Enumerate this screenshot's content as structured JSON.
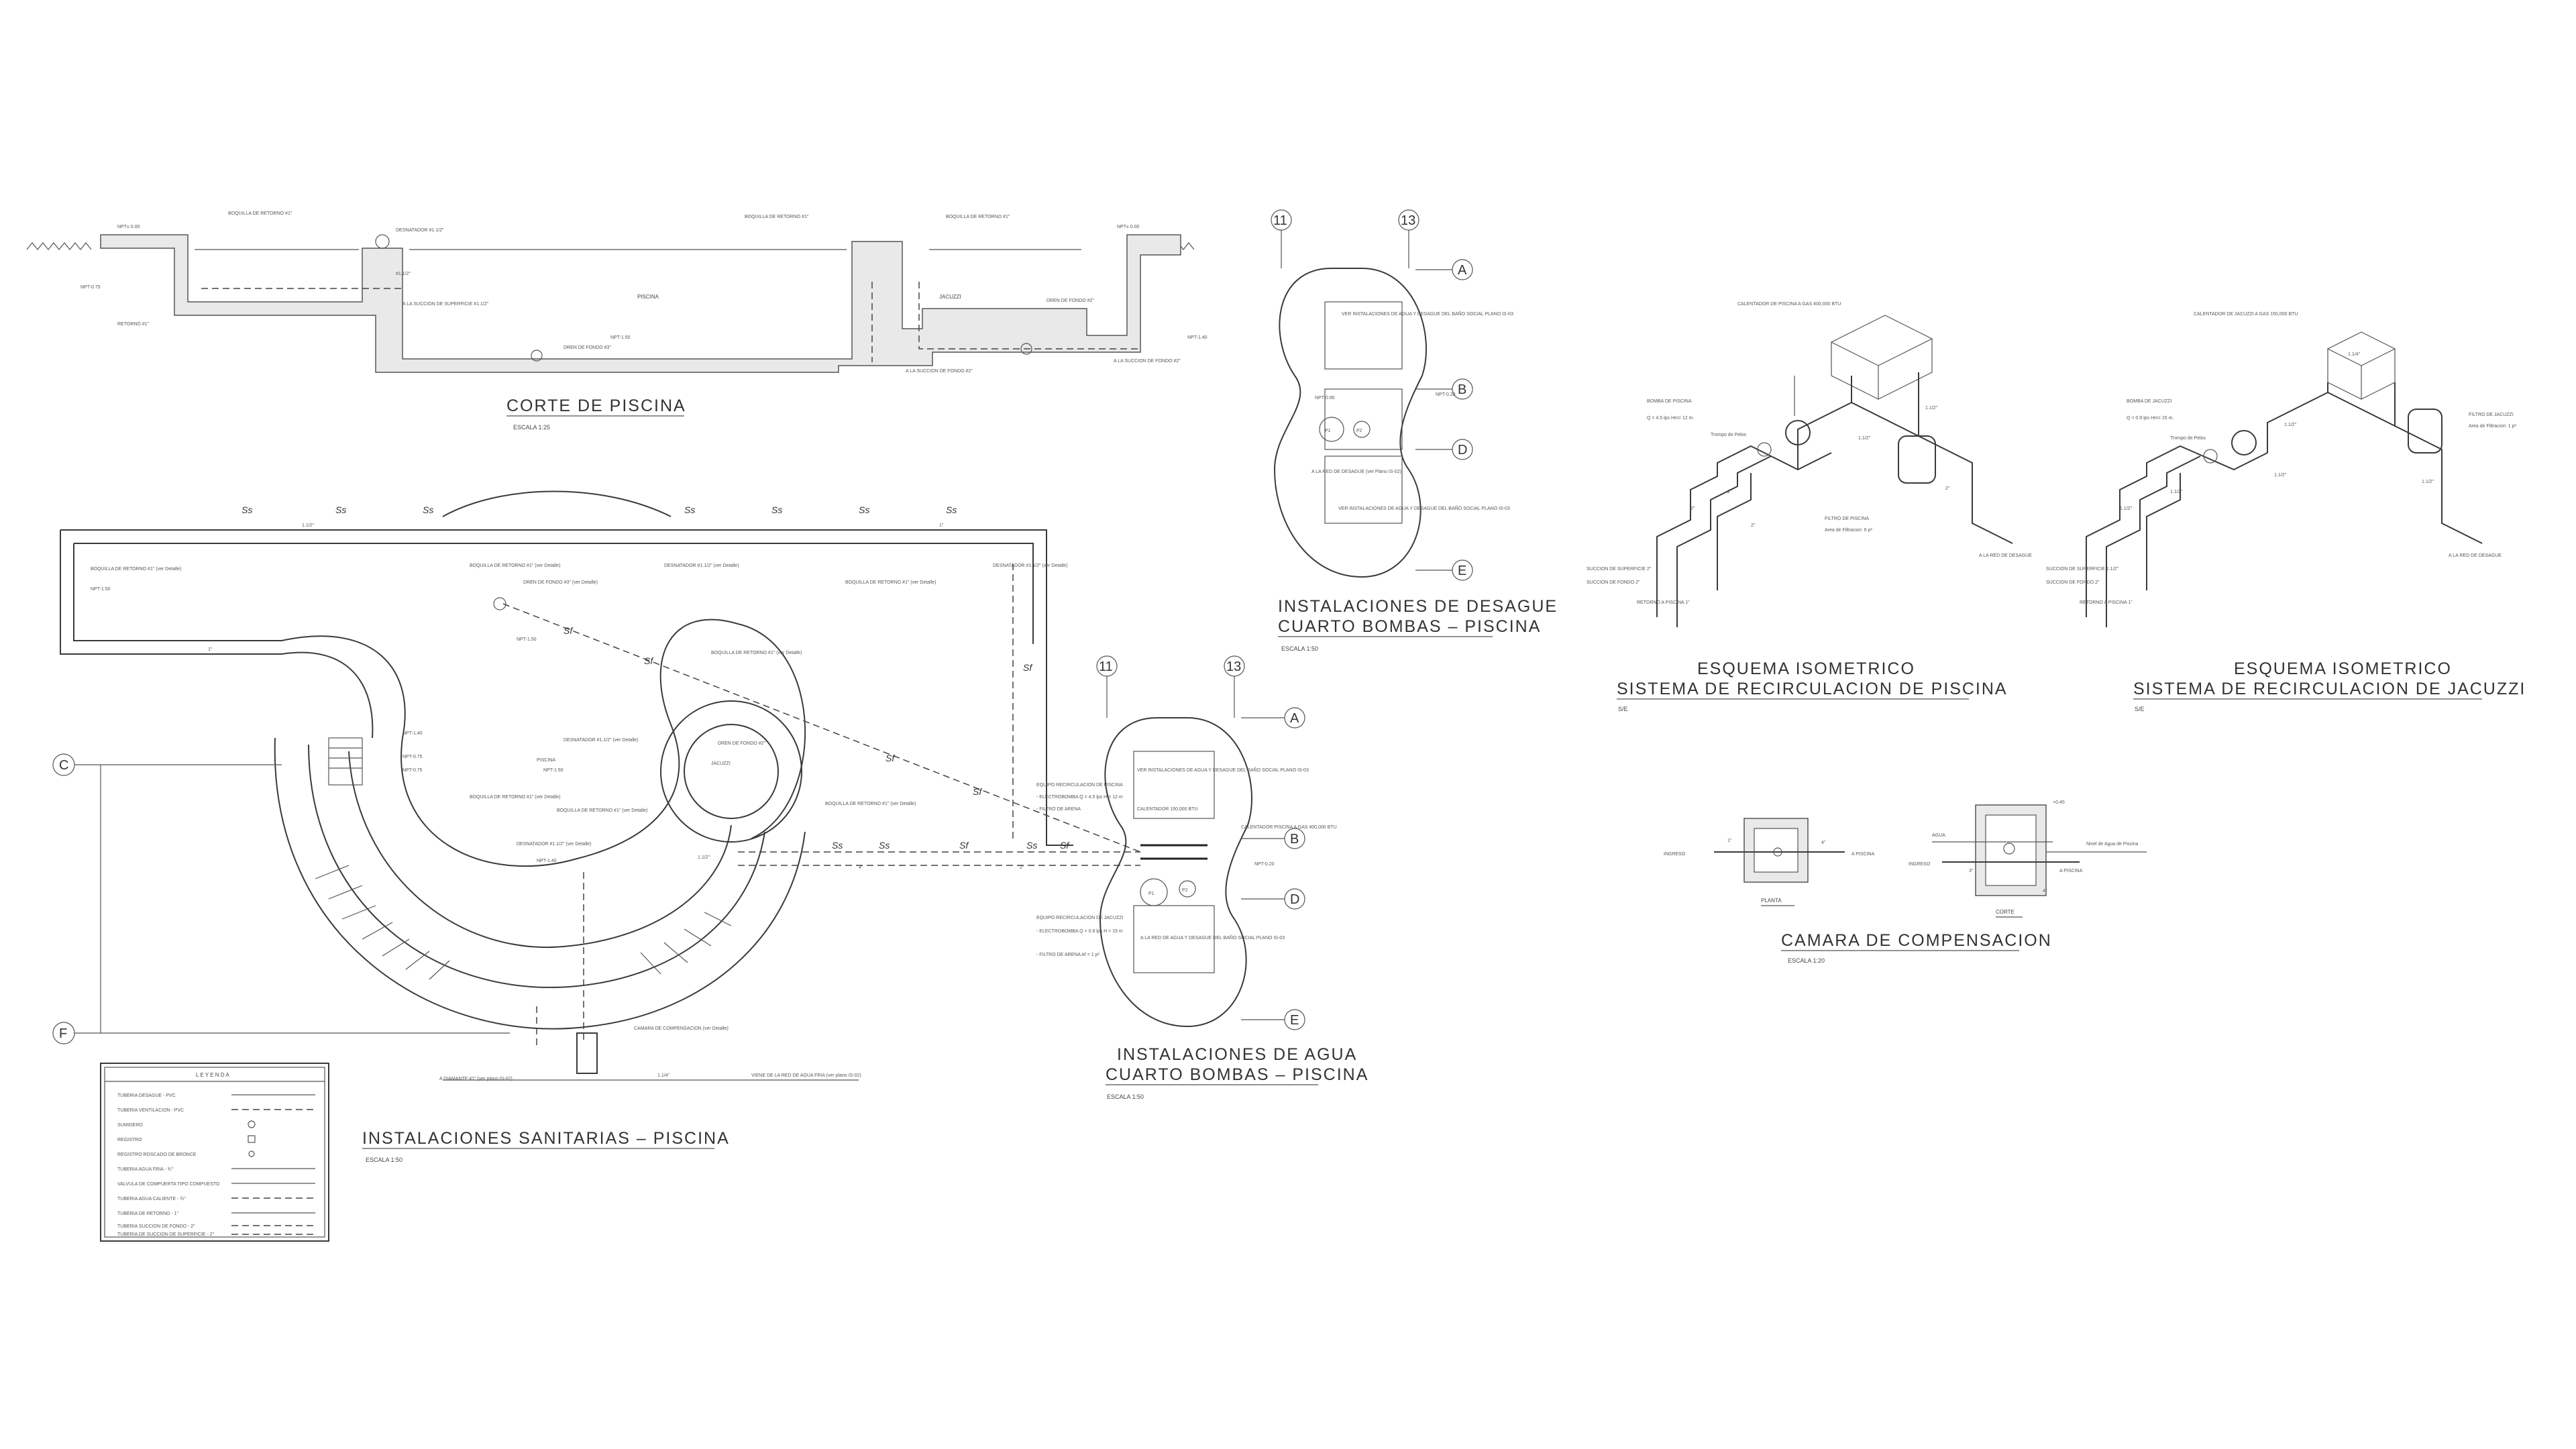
{
  "section": {
    "title": "CORTE DE PISCINA",
    "scale": "ESCALA 1:25",
    "pool_label": "PISCINA",
    "jacuzzi_label": "JACUZZI",
    "labels": [
      "NPT± 0.00",
      "NPT-0.75",
      "BOQUILLA DE RETORNO #1\"",
      "DESNATADOR #1.1/2\"",
      "#1.1/2\"",
      "A LA SUCCION DE SUPERFICIE #1.1/2\"",
      "DREN DE FONDO #3\"",
      "NPT-1.50",
      "RETORNO #1\"",
      "BOQUILLA DE RETORNO #1\"",
      "BOQUILLA DE RETORNO #1\"",
      "NPT± 0.00",
      "DREN DE FONDO #2\"",
      "NPT-1.40",
      "A LA SUCCION DE FONDO #2\"",
      "A LA SUCCION DE FONDO #2\""
    ]
  },
  "sanitary": {
    "title": "INSTALACIONES SANITARIAS  –  PISCINA",
    "scale": "ESCALA 1:50",
    "pipe_marks": [
      "Ss",
      "Ss",
      "Ss",
      "Ss",
      "Ss",
      "Ss",
      "Ss",
      "Sf",
      "Sf",
      "Sf",
      "Sf",
      "Sf",
      "Sf",
      "Ss",
      "Ss",
      "Ss",
      "Sf"
    ],
    "labels": [
      "BOQUILLA DE RETORNO #1\" (ver Detalle)",
      "NPT-1.50",
      "BOQUILLA DE RETORNO #1\" (ver Detalle)",
      "DESNATADOR #1.1/2\" (ver Detalle)",
      "DREN DE FONDO #3\" (ver Detalle)",
      "DESNATADOR #1.1/2\" (ver Detalle)",
      "BOQUILLA DE RETORNO #1\" (ver Detalle)",
      "NPT-1.50",
      "NPT-1.40",
      "BOQUILLA DE RETORNO #1\" (ver Detalle)",
      "DESNATADOR #1.1/2\" (ver Detalle)",
      "DREN DE FONDO #2\"",
      "PISCINA",
      "NPT-1.50",
      "BOQUILLA DE RETORNO #1\" (ver Detalle)",
      "BOQUILLA DE RETORNO #1\" (ver Detalle)",
      "DESNATADOR #1.1/2\" (ver Detalle)",
      "NPT-0.75",
      "NPT-0.75",
      "NPT-1.40",
      "BOQUILLA DE RETORNO #1\" (ver Detalle)",
      "JACUZZI",
      "CAMARA DE COMPENSACION (ver Detalle)",
      "A DIAMANTE #1\" (ver plano IS-02)",
      "VIENE DE LA RED DE AGUA FRIA (ver plano IS-02)",
      "1.1/4\"",
      "1.1/2\"",
      "1.1/2\"",
      "1\"",
      "1\"",
      "4\"",
      "2\""
    ],
    "grid_c": "C",
    "grid_f": "F"
  },
  "legend": {
    "title": "L E Y E N D A",
    "rows": [
      "TUBERIA DESAGUE - PVC",
      "TUBERIA VENTILACION - PVC",
      "SUMIDERO",
      "REGISTRO",
      "REGISTRO ROSCADO DE BRONCE",
      "TUBERIA AGUA FRIA  -  ¾\"",
      "VALVULA DE COMPUERTA TIPO COMPUESTO",
      "TUBERIA AGUA CALIENTE - ¾\"",
      "TUBERIA DE RETORNO - 1\"",
      "TUBERIA SUCCION DE FONDO - 2\"",
      "TUBERIA DE SUCCION DE SUPERFICIE - 2\""
    ]
  },
  "drainage": {
    "title_line1": "INSTALACIONES  DE  DESAGUE",
    "title_line2": "CUARTO  BOMBAS  –  PISCINA",
    "scale": "ESCALA 1:50",
    "col_a": "11",
    "col_b": "13",
    "rows": [
      "A",
      "B",
      "D",
      "E"
    ],
    "labels": [
      "VER INSTALACIONES DE AGUA Y DESAGUE DEL BAÑO SOCIAL PLANO IS-03",
      "NPT-0.20",
      "NPT-0.90",
      "A LA RED DE DESAGUE (ver Plano IS-02)",
      "VER INSTALACIONES DE AGUA Y DESAGUE DEL BAÑO SOCIAL PLANO IS-03",
      "P1",
      "P2"
    ]
  },
  "water": {
    "title_line1": "INSTALACIONES  DE  AGUA",
    "title_line2": "CUARTO  BOMBAS  –  PISCINA",
    "scale": "ESCALA 1:50",
    "col_a": "11",
    "col_b": "13",
    "rows": [
      "A",
      "B",
      "D",
      "E"
    ],
    "labels": [
      "EQUIPO RECIRCULACION DE PISCINA",
      "- ELECTROBOMBA Q = 4.5 lps H = 12 m",
      "- FILTRO DE ARENA",
      "VER INSTALACIONES DE AGUA Y DESAGUE DEL BAÑO SOCIAL PLANO IS-03",
      "CALENTADOR 150,000 BTU",
      "EQUIPO RECIRCULACION DE JACUZZI",
      "- ELECTROBOMBA Q = 0.9 lps H = 15 m",
      "- FILTRO DE ARENA Af = 1 p²",
      "A LA RED DE AGUA Y DESAGUE DEL BAÑO SOCIAL PLANO IS-03",
      "CALENTADOR PISCINA A GAS 400,000 BTU",
      "NPT-0.20",
      "P1",
      "P2"
    ]
  },
  "iso_pool": {
    "title_line1": "ESQUEMA ISOMETRICO",
    "title_line2": "SISTEMA  DE  RECIRCULACION  DE  PISCINA",
    "scale": "S/E",
    "heater": "CALENTADOR DE PISCINA A GAS 400,000 BTU",
    "pump_title": "BOMBA DE PISCINA",
    "pump_spec": "Q = 4.5 lps  Hm= 12 m.",
    "trap": "Trompo de Pelos",
    "filter_title": "FILTRO DE PISCINA",
    "filter_spec": "Area de Filtracion: 6 p²",
    "labels": [
      "SUCCION DE SUPERFICIE 2\"",
      "SUCCION DE FONDO 2\"",
      "RETORNO A PISCINA 1\"",
      "A LA RED DE DESAGUE",
      "1.1/2\"",
      "1.1/2\"",
      "2\"",
      "2\"",
      "2\"",
      "2\""
    ]
  },
  "iso_jacuzzi": {
    "title_line1": "ESQUEMA ISOMETRICO",
    "title_line2": "SISTEMA  DE  RECIRCULACION  DE  JACUZZI",
    "scale": "S/E",
    "heater": "CALENTADOR DE JACUZZI A GAS 150,000 BTU",
    "pump_title": "BOMBA DE JACUZZI",
    "pump_spec": "Q = 0.9 lps  Hm= 15 m.",
    "trap": "Trompo de Pelos",
    "filter_title": "FILTRO DE JACUZZI",
    "filter_spec": "Area de Filtracion: 1 p²",
    "labels": [
      "SUCCION DE SUPERFICIE 1.1/2\"",
      "SUCCION DE FONDO 2\"",
      "RETORNO A PISCINA 1\"",
      "A LA RED DE DESAGUE",
      "1.1/2\"",
      "1.1/4\"",
      "1.1/2\"",
      "1.1/2\"",
      "1.1/2\"",
      "1.1/2\""
    ]
  },
  "chamber": {
    "title": "CAMARA  DE  COMPENSACION",
    "scale": "ESCALA 1:20",
    "plan": "PLANTA",
    "cut": "CORTE",
    "labels": [
      "INGRESO",
      "A PISCINA",
      "4\"",
      "INGRESO",
      "A PISCINA",
      "Nivel de Agua de Piscina",
      "AGUA",
      "4\"",
      "+0.45",
      "3\"",
      "1\""
    ]
  }
}
